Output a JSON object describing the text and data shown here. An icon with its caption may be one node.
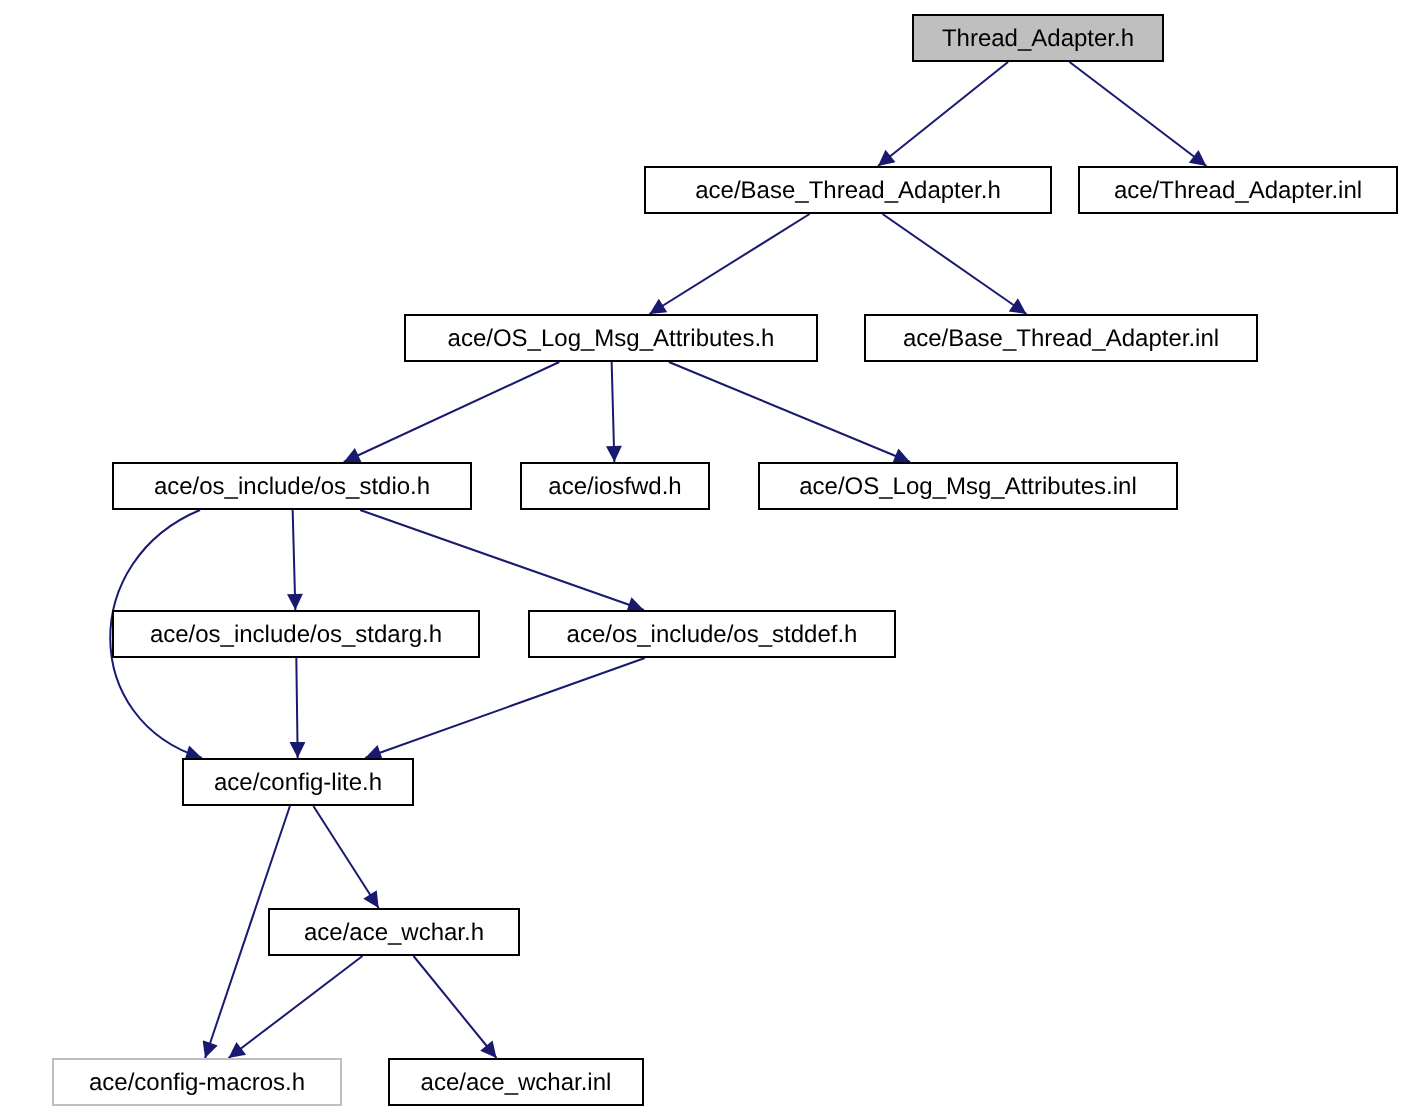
{
  "diagram": {
    "nodes": [
      {
        "text": [
          "Thread_Adapter.h"
        ]
      },
      {
        "text": [
          "ace/Base_Thread_Adapter.h"
        ]
      },
      {
        "text": [
          "ace/Thread_Adapter.inl"
        ]
      },
      {
        "text": [
          "ace/OS_Log_Msg_Attributes.h"
        ]
      },
      {
        "text": [
          "ace/Base_Thread_Adapter.inl"
        ]
      },
      {
        "text": [
          "ace/os_include/os_stdio.h"
        ]
      },
      {
        "text": [
          "ace/iosfwd.h"
        ]
      },
      {
        "text": [
          "ace/OS_Log_Msg_Attributes.inl"
        ]
      },
      {
        "text": [
          "ace/os_include/os_stdarg.h"
        ]
      },
      {
        "text": [
          "ace/os_include/os_stddef.h"
        ]
      },
      {
        "text": [
          "ace/config-lite.h"
        ]
      },
      {
        "text": [
          "ace/ace_wchar.h"
        ]
      },
      {
        "text": [
          "ace/config-macros.h"
        ]
      },
      {
        "text": [
          "ace/ace_wchar.inl"
        ]
      }
    ],
    "edges": [
      {
        "from": 0,
        "to": 1,
        "arrow": "to"
      },
      {
        "from": 0,
        "to": 2,
        "arrow": "to"
      },
      {
        "from": 1,
        "to": 3,
        "arrow": "to"
      },
      {
        "from": 1,
        "to": 4,
        "arrow": "to"
      },
      {
        "from": 3,
        "to": 5,
        "arrow": "to"
      },
      {
        "from": 3,
        "to": 6,
        "arrow": "to"
      },
      {
        "from": 3,
        "to": 7,
        "arrow": "to"
      },
      {
        "from": 5,
        "to": 8,
        "arrow": "to"
      },
      {
        "from": 5,
        "to": 9,
        "arrow": "to"
      },
      {
        "from": 5,
        "to": 10,
        "arrow": "to"
      },
      {
        "from": 8,
        "to": 10,
        "arrow": "to"
      },
      {
        "from": 9,
        "to": 10,
        "arrow": "to"
      },
      {
        "from": 10,
        "to": 11,
        "arrow": "to"
      },
      {
        "from": 10,
        "to": 12,
        "arrow": "to"
      },
      {
        "from": 11,
        "to": 12,
        "arrow": "to"
      },
      {
        "from": 11,
        "to": 13,
        "arrow": "to"
      }
    ]
  }
}
